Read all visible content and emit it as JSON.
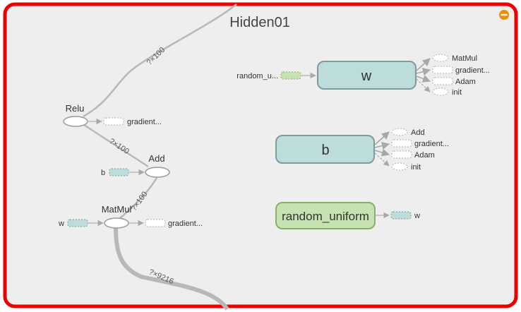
{
  "group": {
    "title": "Hidden01",
    "border_color": "#ee0000",
    "fill_color": "#eeeeee",
    "collapse_icon": "minus-circle-icon",
    "collapse_color": "#f08c00"
  },
  "nodes": {
    "relu": {
      "label": "Relu",
      "out_label": "gradient..."
    },
    "add": {
      "label": "Add",
      "in_label": "b"
    },
    "matmul": {
      "label": "MatMul",
      "in_label": "w",
      "out_label": "gradient..."
    },
    "w": {
      "label": "w",
      "in_label": "random_u...",
      "outputs": [
        "MatMul",
        "gradient...",
        "Adam",
        "init"
      ]
    },
    "b": {
      "label": "b",
      "outputs": [
        "Add",
        "gradient...",
        "Adam",
        "init"
      ]
    },
    "random_uniform": {
      "label": "random_uniform",
      "out_label": "w"
    }
  },
  "edges": {
    "top_in": "?×100",
    "relu_add": "?×100",
    "add_matmul": "?×100",
    "bottom_in": "?×9216"
  },
  "colors": {
    "variable_fill": "#bddcdc",
    "variable_stroke": "#7f9b9b",
    "constant_fill": "#c6e2b2",
    "constant_stroke": "#88b06a",
    "edge": "#b8b8b8",
    "op_stroke": "#9a9a9a"
  }
}
